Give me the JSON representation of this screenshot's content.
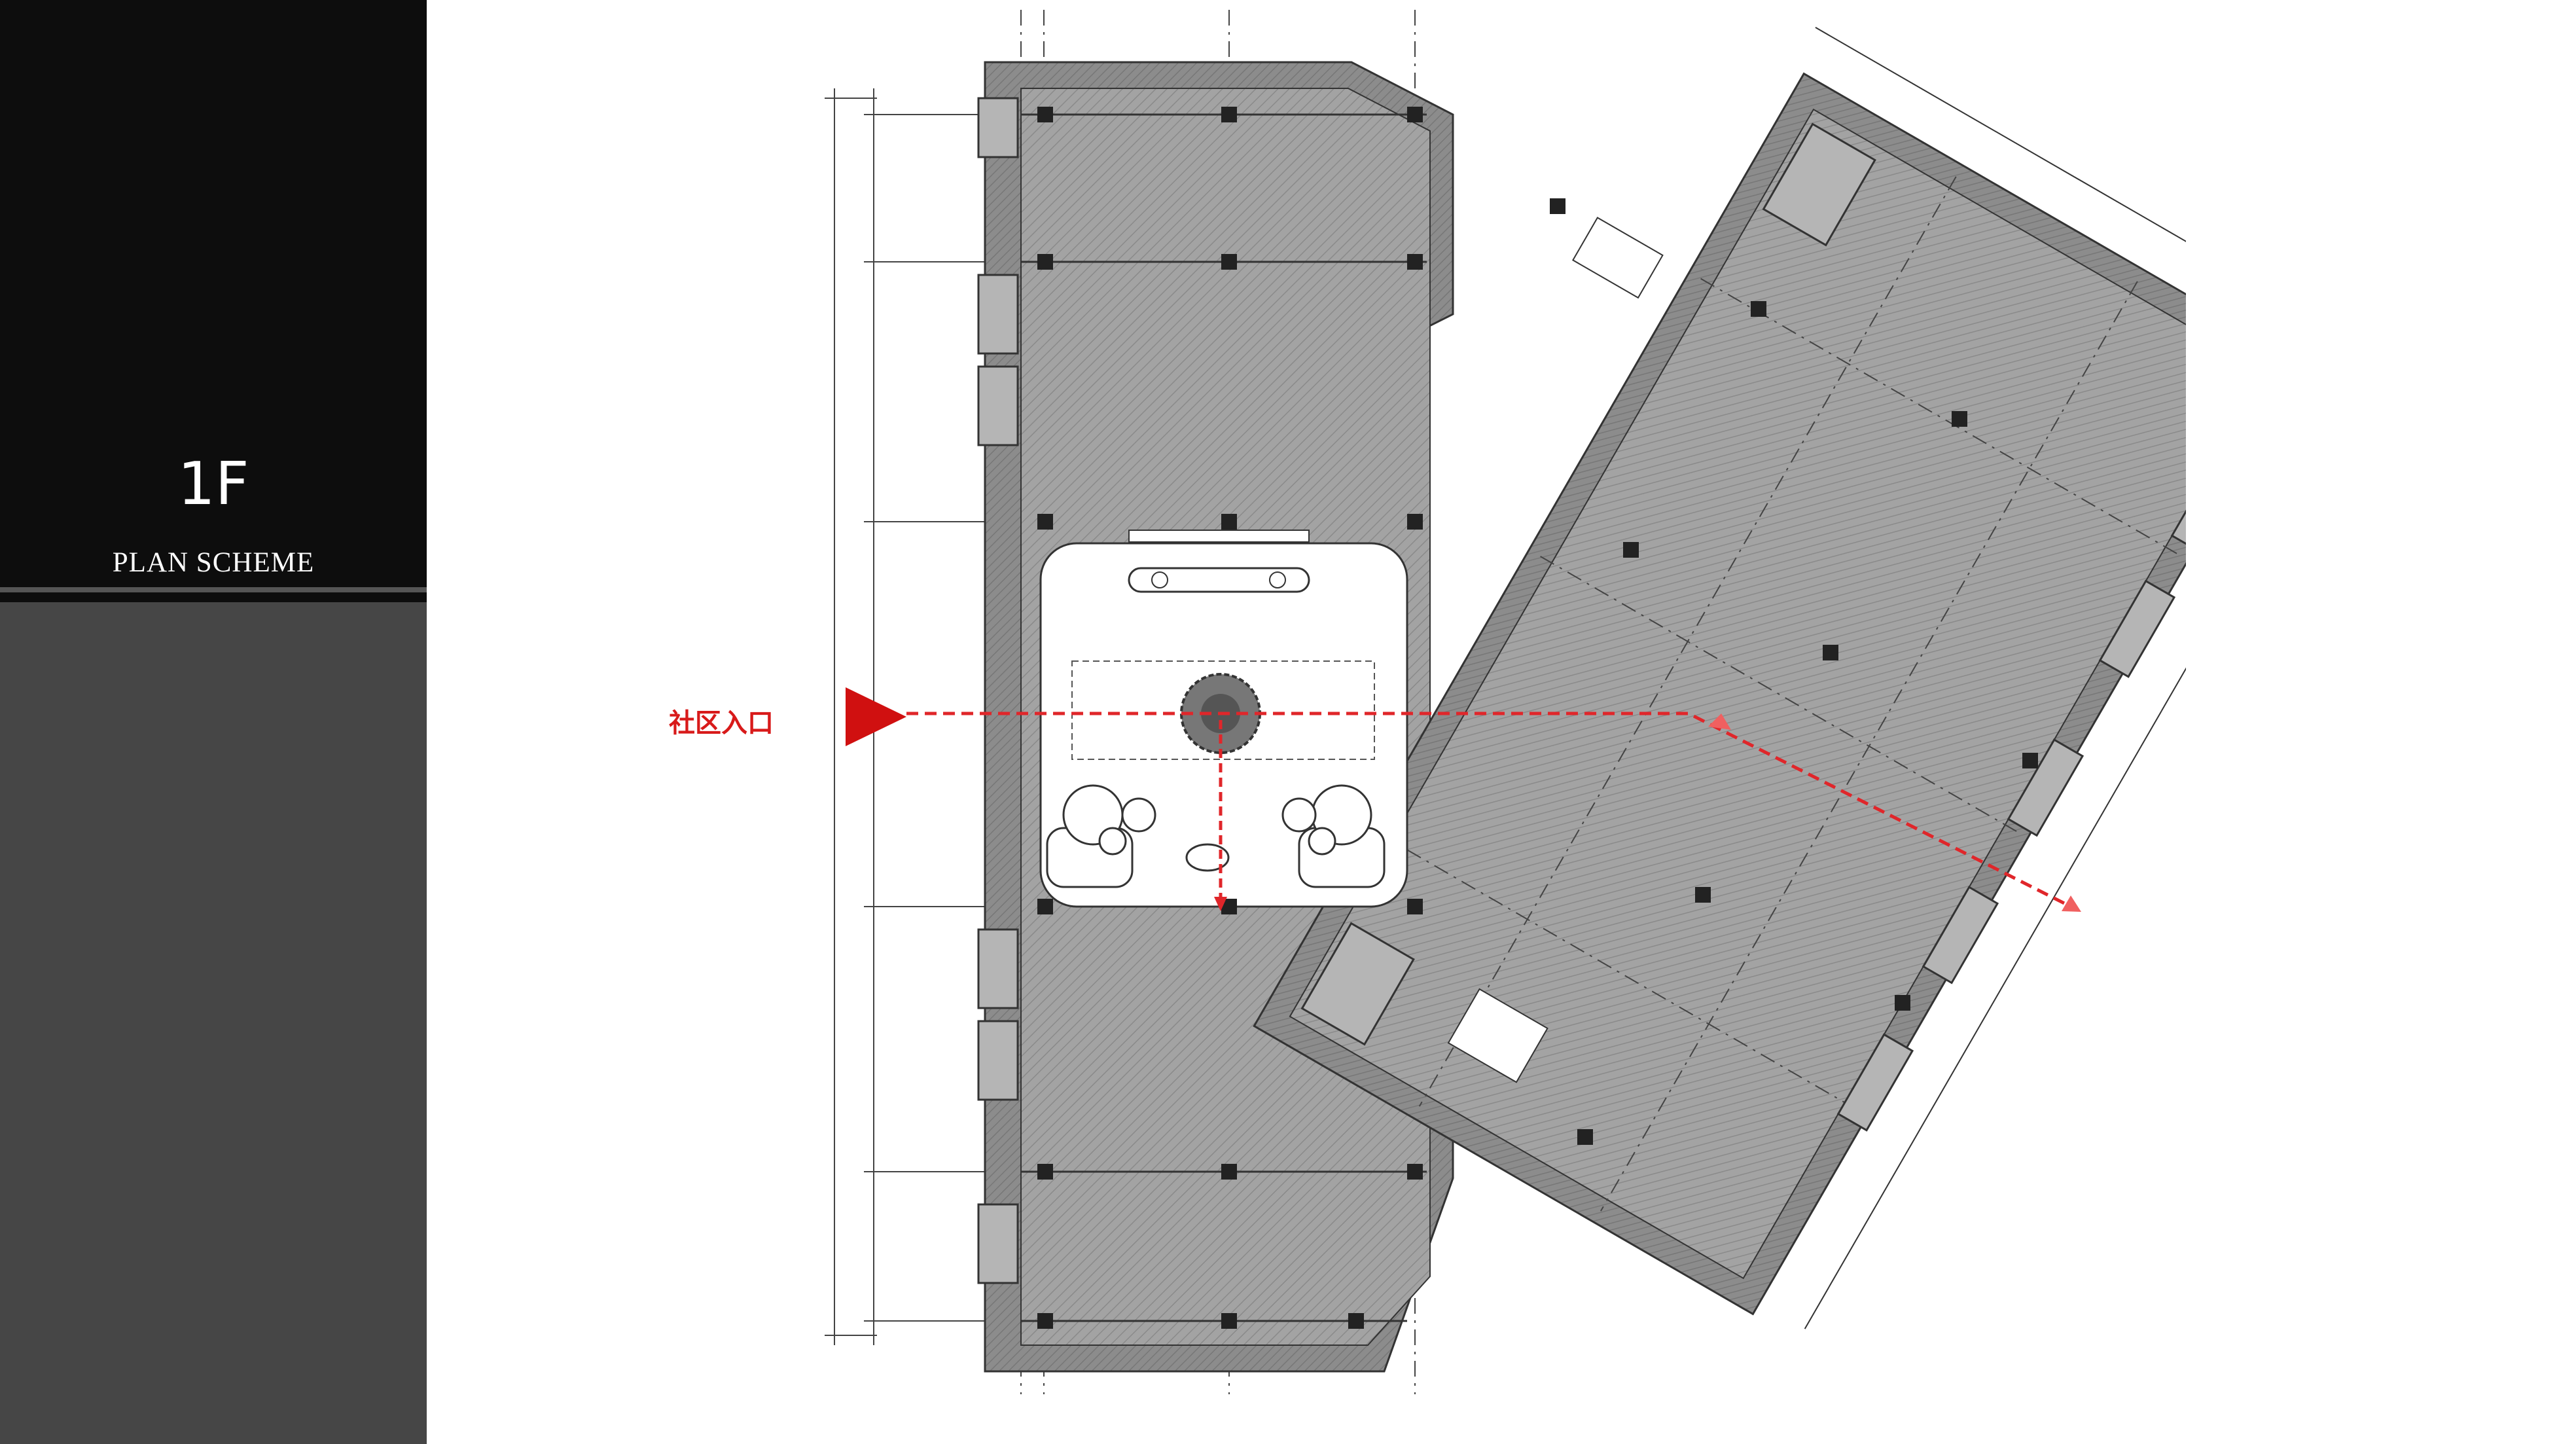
{
  "sidebar": {
    "floor": "1F",
    "subtitle": "PLAN SCHEME"
  },
  "plan": {
    "entrance_label": "社区入口",
    "colors": {
      "floor_fill": "#9a9a9a",
      "wall_fill": "#888888",
      "lobby_fill": "#ffffff",
      "line": "#333333",
      "route_red": "#e0262a"
    }
  }
}
